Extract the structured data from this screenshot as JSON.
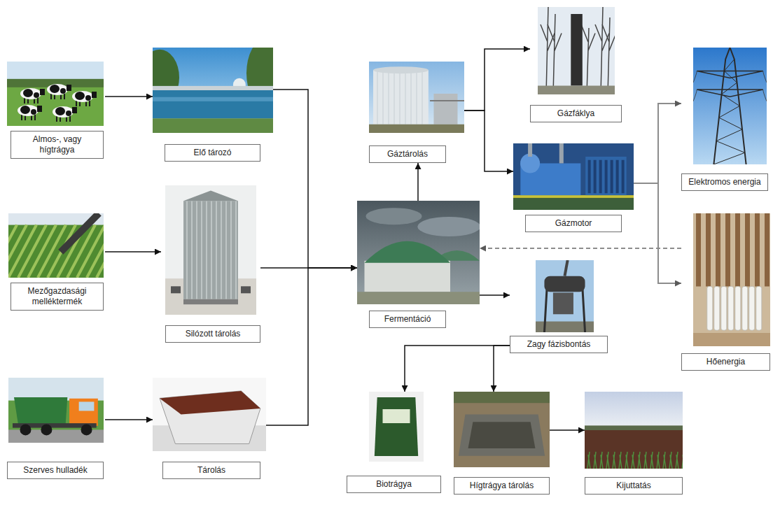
{
  "diagram": {
    "nodes": [
      {
        "text": [
          "Almos-, vagy hígtrágya"
        ]
      },
      {
        "text": [
          "Elő tározó"
        ]
      },
      {
        "text": [
          "Mezőgazdasági melléktermék"
        ]
      },
      {
        "text": [
          "Silózott tárolás"
        ]
      },
      {
        "text": [
          "Szerves hulladék"
        ]
      },
      {
        "text": [
          "Tárolás"
        ]
      },
      {
        "text": [
          "Gáztárolás"
        ]
      },
      {
        "text": [
          "Fermentáció"
        ]
      },
      {
        "text": [
          "Gázfáklya"
        ]
      },
      {
        "text": [
          "Gázmotor"
        ]
      },
      {
        "text": [
          "Elektromos energia"
        ]
      },
      {
        "text": [
          "Hőenergia"
        ]
      },
      {
        "text": [
          "Zagy fázisbontás"
        ]
      },
      {
        "text": [
          "Biotrágya"
        ]
      },
      {
        "text": [
          "Hígtrágya tárolás"
        ]
      },
      {
        "text": [
          "Kijuttatás"
        ]
      }
    ],
    "edges": [
      {
        "from": 0,
        "to": 1,
        "arrow": "to"
      },
      {
        "from": 2,
        "to": 3,
        "arrow": "to"
      },
      {
        "from": 4,
        "to": 5,
        "arrow": "to"
      },
      {
        "from": 1,
        "to": 7,
        "arrow": "to"
      },
      {
        "from": 3,
        "to": 7,
        "arrow": "to"
      },
      {
        "from": 5,
        "to": 7,
        "arrow": "to"
      },
      {
        "from": 7,
        "to": 6,
        "arrow": "to"
      },
      {
        "from": 6,
        "to": 8,
        "arrow": "to"
      },
      {
        "from": 6,
        "to": 9,
        "arrow": "to"
      },
      {
        "from": 9,
        "to": 10,
        "arrow": "to"
      },
      {
        "from": 9,
        "to": 11,
        "arrow": "to"
      },
      {
        "from": 11,
        "to": 7,
        "arrow": "to"
      },
      {
        "from": 7,
        "to": 12,
        "arrow": "to"
      },
      {
        "from": 12,
        "to": 13,
        "arrow": "to"
      },
      {
        "from": 12,
        "to": 14,
        "arrow": "to"
      },
      {
        "from": 14,
        "to": 15,
        "arrow": "to"
      }
    ]
  }
}
